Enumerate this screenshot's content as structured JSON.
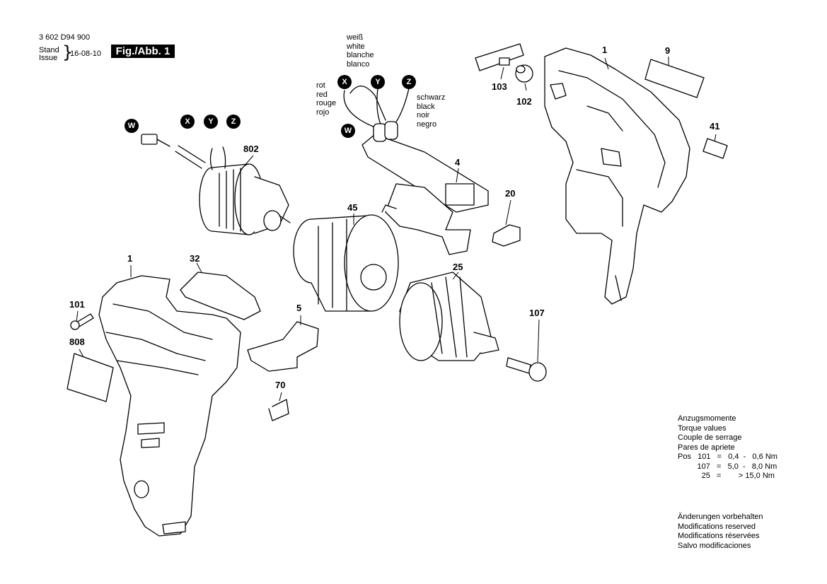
{
  "header": {
    "doc_number": "3 602 D94 900",
    "stand_label": "Stand",
    "issue_label": "Issue",
    "date": "16-08-10",
    "fig_label": "Fig./Abb. 1"
  },
  "wire_labels": {
    "white": [
      "weiß",
      "white",
      "blanche",
      "blanco"
    ],
    "red": [
      "rot",
      "red",
      "rouge",
      "rojo"
    ],
    "black": [
      "schwarz",
      "black",
      "noir",
      "negro"
    ]
  },
  "badges": {
    "w1": "W",
    "x1": "X",
    "y1": "Y",
    "z1": "Z",
    "w2": "W",
    "x2": "X",
    "y2": "Y",
    "z2": "Z"
  },
  "part_numbers": {
    "p1_right": "1",
    "p9": "9",
    "p103": "103",
    "p102": "102",
    "p41": "41",
    "p802": "802",
    "p4": "4",
    "p20": "20",
    "p45": "45",
    "p25": "25",
    "p1_left": "1",
    "p32": "32",
    "p101": "101",
    "p808": "808",
    "p5": "5",
    "p70": "70",
    "p107": "107"
  },
  "torque": {
    "title_de": "Anzugsmomente",
    "title_en": "Torque values",
    "title_fr": "Couple de serrage",
    "title_es": "Pares de apriete",
    "row1": "Pos   101   =   0,4  -   0,6 Nm",
    "row2": "         107   =   5,0  -   8,0 Nm",
    "row3": "           25   =        > 15,0 Nm"
  },
  "modifications": {
    "de": "Änderungen vorbehalten",
    "en": "Modifications reserved",
    "fr": "Modifications réservées",
    "es": "Salvo modificaciones"
  }
}
